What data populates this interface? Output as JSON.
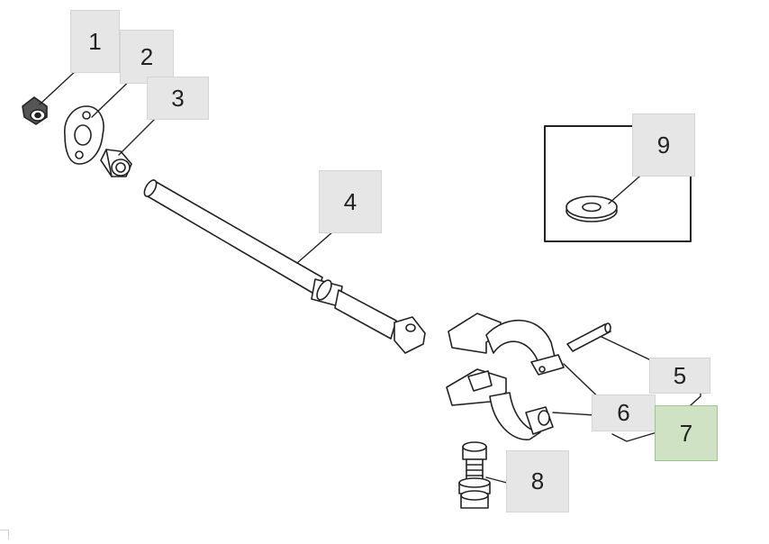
{
  "diagram": {
    "colors": {
      "stroke": "#222222",
      "callout": "#e6e6e6",
      "callout_active": "#cfe3c4"
    },
    "callouts": [
      {
        "id": "1",
        "label": "1",
        "active": false
      },
      {
        "id": "2",
        "label": "2",
        "active": false
      },
      {
        "id": "3",
        "label": "3",
        "active": false
      },
      {
        "id": "4",
        "label": "4",
        "active": false
      },
      {
        "id": "5",
        "label": "5",
        "active": false
      },
      {
        "id": "6",
        "label": "6",
        "active": false
      },
      {
        "id": "7",
        "label": "7",
        "active": true
      },
      {
        "id": "8",
        "label": "8",
        "active": false
      },
      {
        "id": "9",
        "label": "9",
        "active": false
      }
    ]
  }
}
